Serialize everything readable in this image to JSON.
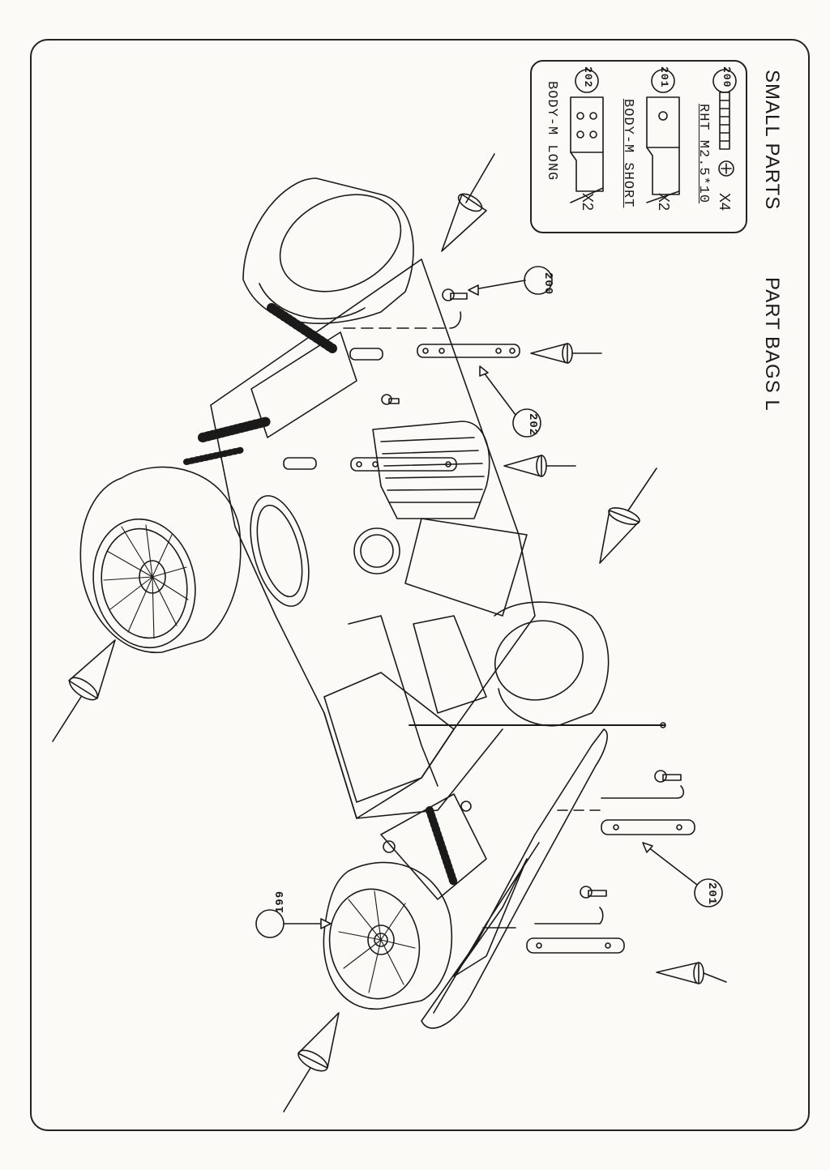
{
  "header": {
    "small_parts": "SMALL PARTS",
    "part_bags": "PART BAGS L"
  },
  "small_parts": [
    {
      "number": "200",
      "name": "RHT M2.5*10",
      "qty": "X4",
      "icon": "screw-icon"
    },
    {
      "number": "201",
      "name": "BODY-M SHORT",
      "qty": "X2",
      "icon": "short-body-mount-icon"
    },
    {
      "number": "202",
      "name": "BODY-M LONG",
      "qty": "X2",
      "icon": "long-body-mount-icon"
    }
  ],
  "callouts": [
    "200",
    "202",
    "201",
    "199"
  ],
  "colors": {
    "line": "#1a1a1a",
    "paper": "#fbfaf7"
  }
}
